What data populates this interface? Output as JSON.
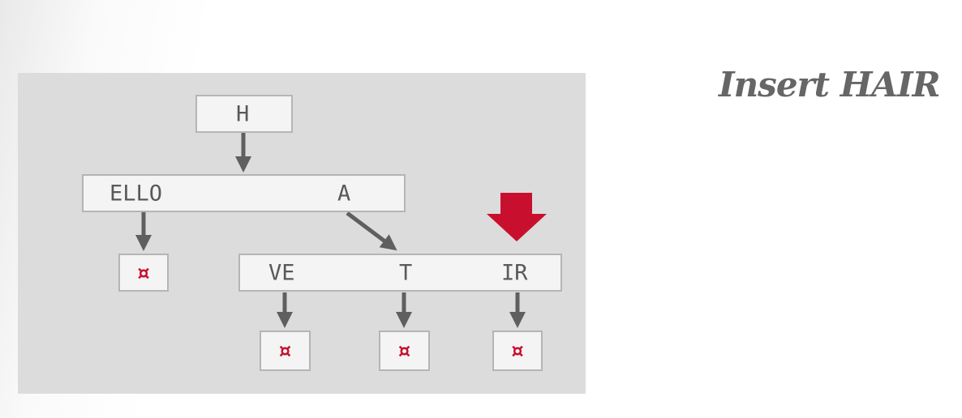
{
  "title": "Insert HAIR",
  "trie": {
    "root": {
      "label": "H"
    },
    "level2": {
      "keys": [
        "ELLO",
        "A"
      ]
    },
    "level3": {
      "keys": [
        "VE",
        "T",
        "IR"
      ]
    },
    "terminal_symbol": "¤"
  },
  "colors": {
    "accent": "#c8102e",
    "panel": "#dcdcdc",
    "node": "#f4f4f4",
    "arrow": "#5f5f5f"
  }
}
